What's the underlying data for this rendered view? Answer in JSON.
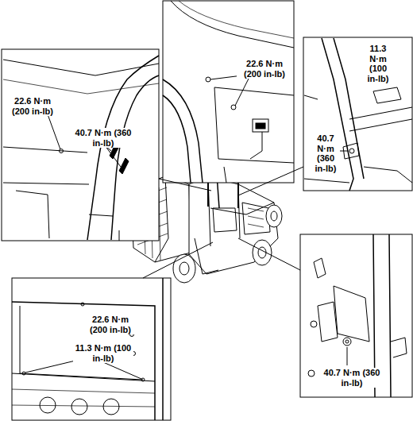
{
  "diagram": {
    "labels": [
      "22.6 N·m (200 in-lb)",
      "40.7 N·m (360 in-lb)",
      "22.6 N·m (200 in-lb)",
      "11.3 N·m (100 in-lb)",
      "40.7 N·m (360 in-lb)",
      "22.6 N·m (200 in-lb)",
      "11.3 N·m (100 in-lb)",
      "40.7 N·m (360 in-lb)"
    ]
  }
}
